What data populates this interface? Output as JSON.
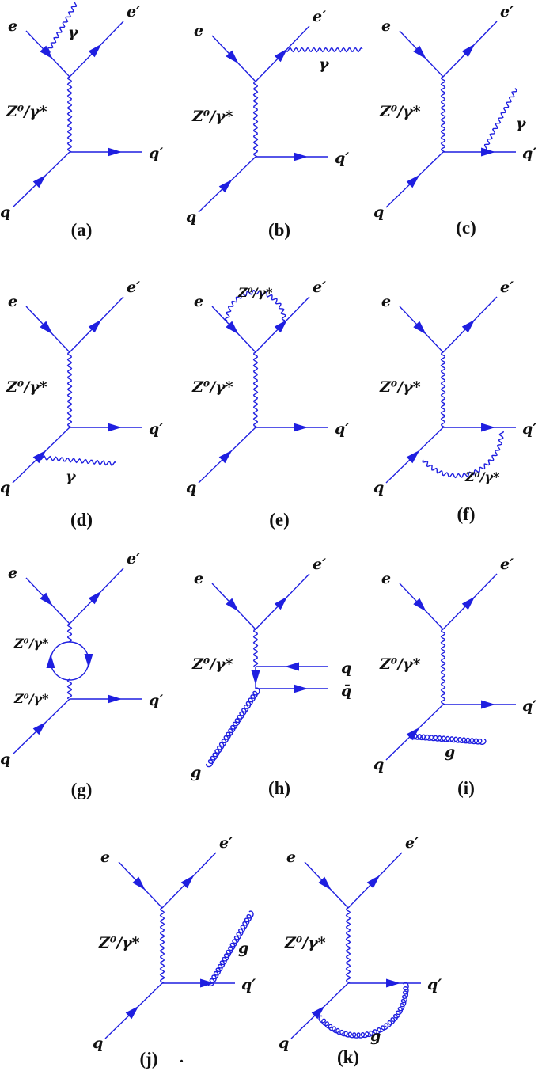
{
  "colors": {
    "line": "#1f1fe0",
    "text": "#111111",
    "background": "#ffffff"
  },
  "labels": {
    "e": "e",
    "e_prime": "e′",
    "q": "q",
    "q_prime": "q′",
    "q_bar": "q̄",
    "g": "g",
    "gamma": "γ",
    "boson": "Z⁰/γ*"
  },
  "diagrams": [
    {
      "id": "a",
      "caption": "(a)",
      "extra": "photon-from-incoming-electron"
    },
    {
      "id": "b",
      "caption": "(b)",
      "extra": "photon-from-outgoing-electron"
    },
    {
      "id": "c",
      "caption": "(c)",
      "extra": "photon-from-outgoing-quark"
    },
    {
      "id": "d",
      "caption": "(d)",
      "extra": "photon-from-incoming-quark"
    },
    {
      "id": "e",
      "caption": "(e)",
      "extra": "boson-loop-on-lepton-vertex"
    },
    {
      "id": "f",
      "caption": "(f)",
      "extra": "boson-loop-on-quark-vertex"
    },
    {
      "id": "g",
      "caption": "(g)",
      "extra": "fermion-loop-in-propagator"
    },
    {
      "id": "h",
      "caption": "(h)",
      "extra": "boson-gluon-fusion"
    },
    {
      "id": "i",
      "caption": "(i)",
      "extra": "gluon-from-incoming-quark"
    },
    {
      "id": "j",
      "caption": "(j)",
      "extra": "gluon-from-outgoing-quark"
    },
    {
      "id": "k",
      "caption": "(k)",
      "extra": "gluon-loop-on-quark-vertex"
    }
  ],
  "stray_dot": "."
}
